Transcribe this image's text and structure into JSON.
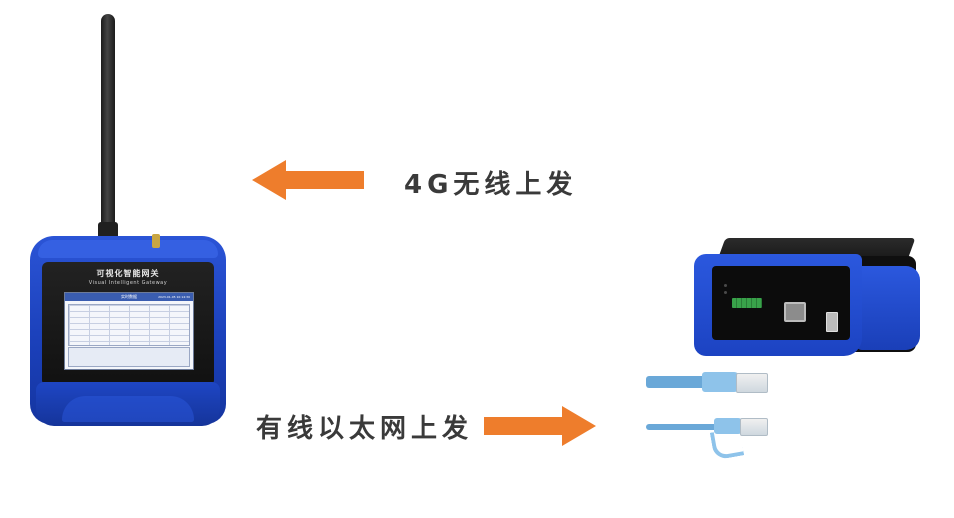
{
  "uplink_4g": {
    "label": "4G无线上发",
    "arrow_direction": "left",
    "arrow_color": "#ee7d2c"
  },
  "uplink_wired": {
    "label": "有线以太网上发",
    "arrow_direction": "right",
    "arrow_color": "#ee7d2c"
  },
  "gateway_device": {
    "title_cn": "可视化智能网关",
    "title_en": "Visual Intelligent Gateway",
    "screen_title": "实时数据",
    "screen_time": "2023-01-05 10:14:30",
    "shell_color": "#1f45c8"
  },
  "network_box": {
    "shell_color": "#1f45c8"
  },
  "ethernet_cable": {
    "color": "#6aa8d8"
  }
}
